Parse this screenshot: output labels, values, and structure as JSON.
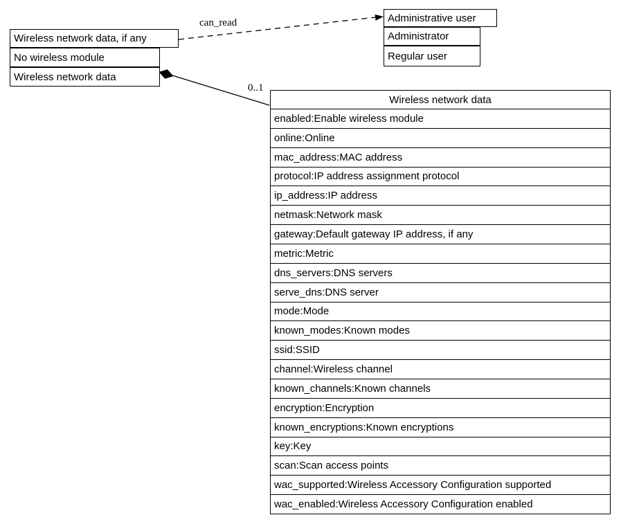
{
  "colors": {
    "line": "#000000",
    "background": "#ffffff",
    "text": "#000000"
  },
  "left_node": {
    "rows": [
      "Wireless network data, if any",
      "No wireless module",
      "Wireless network data"
    ]
  },
  "right_node": {
    "rows": [
      "Administrative user",
      "Administrator",
      "Regular user"
    ]
  },
  "edges": {
    "can_read_label": "can_read",
    "multiplicity_label": "0..1"
  },
  "table": {
    "title": "Wireless network data",
    "rows": [
      "enabled:Enable wireless module",
      "online:Online",
      "mac_address:MAC address",
      "protocol:IP address assignment protocol",
      "ip_address:IP address",
      "netmask:Network mask",
      "gateway:Default gateway IP address, if any",
      "metric:Metric",
      "dns_servers:DNS servers",
      "serve_dns:DNS server",
      "mode:Mode",
      "known_modes:Known modes",
      "ssid:SSID",
      "channel:Wireless channel",
      "known_channels:Known channels",
      "encryption:Encryption",
      "known_encryptions:Known encryptions",
      "key:Key",
      "scan:Scan access points",
      "wac_supported:Wireless Accessory Configuration supported",
      "wac_enabled:Wireless Accessory Configuration enabled"
    ]
  }
}
